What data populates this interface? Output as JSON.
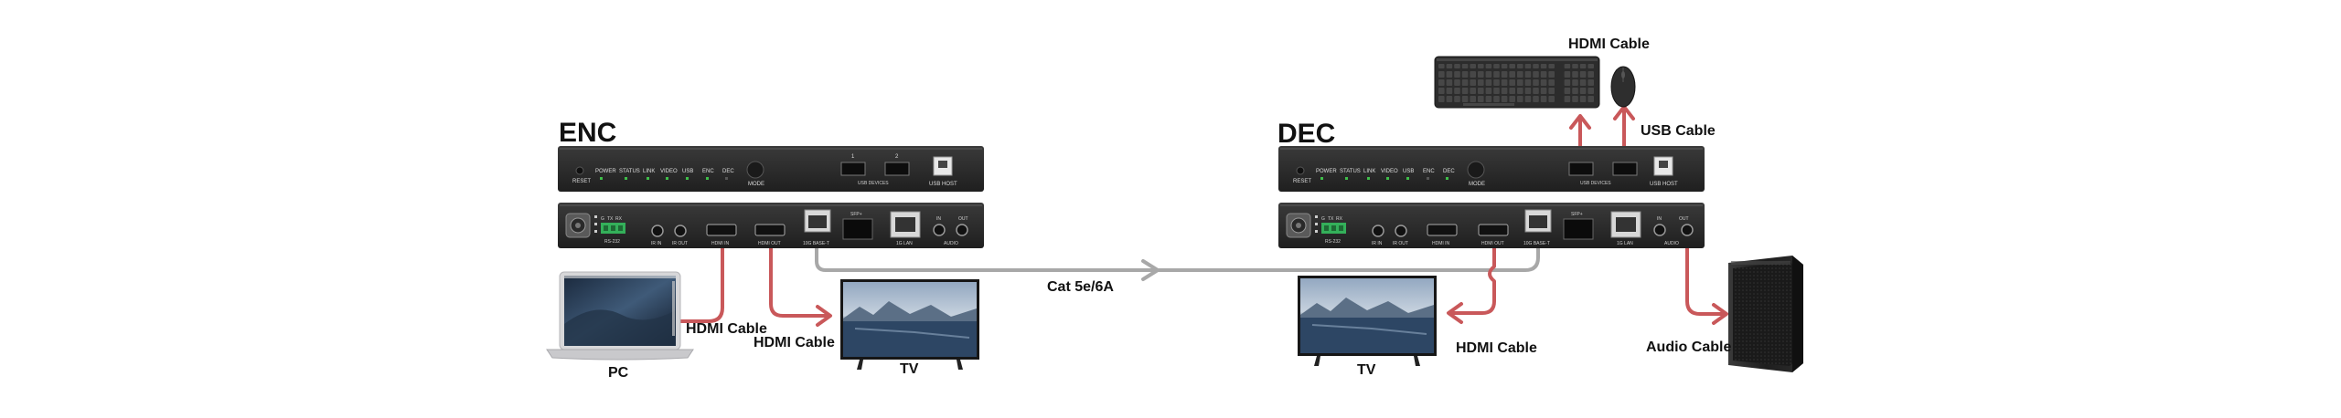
{
  "labels": {
    "enc": "ENC",
    "dec": "DEC",
    "pc": "PC",
    "tv_left": "TV",
    "tv_right": "TV",
    "hdmi_cable_pc": "HDMI Cable",
    "hdmi_cable_tv_left": "HDMI Cable",
    "hdmi_cable_tv_right": "HDMI Cable",
    "hdmi_cable_top": "HDMI Cable",
    "usb_cable": "USB Cable",
    "audio_cable": "Audio Cable",
    "cat": "Cat  5e/6A"
  },
  "front_panel": {
    "reset": "RESET",
    "power": "POWER",
    "status": "STATUS",
    "link": "LINK",
    "video": "VIDEO",
    "usb": "USB",
    "enc": "ENC",
    "dec": "DEC",
    "mode": "MODE",
    "usb_devices": "USB DEVICES",
    "usb_host": "USB HOST",
    "port1": "1",
    "port2": "2"
  },
  "rear_panel": {
    "rs232": "RS-232",
    "g": "G",
    "tx": "TX",
    "rx": "RX",
    "ir_in": "IR IN",
    "ir_out": "IR OUT",
    "hdmi_in": "HDMI IN",
    "hdmi_out": "HDMI OUT",
    "lan": "10G BASE-T",
    "sfp": "SFP+",
    "one_g": "1G LAN",
    "in": "IN",
    "out": "OUT",
    "audio": "AUDIO"
  },
  "colors": {
    "cable_red": "#c9585a",
    "cable_gray": "#a8a8a8",
    "led_green": "#3fbf4a",
    "chassis": "#2b2b2b"
  }
}
